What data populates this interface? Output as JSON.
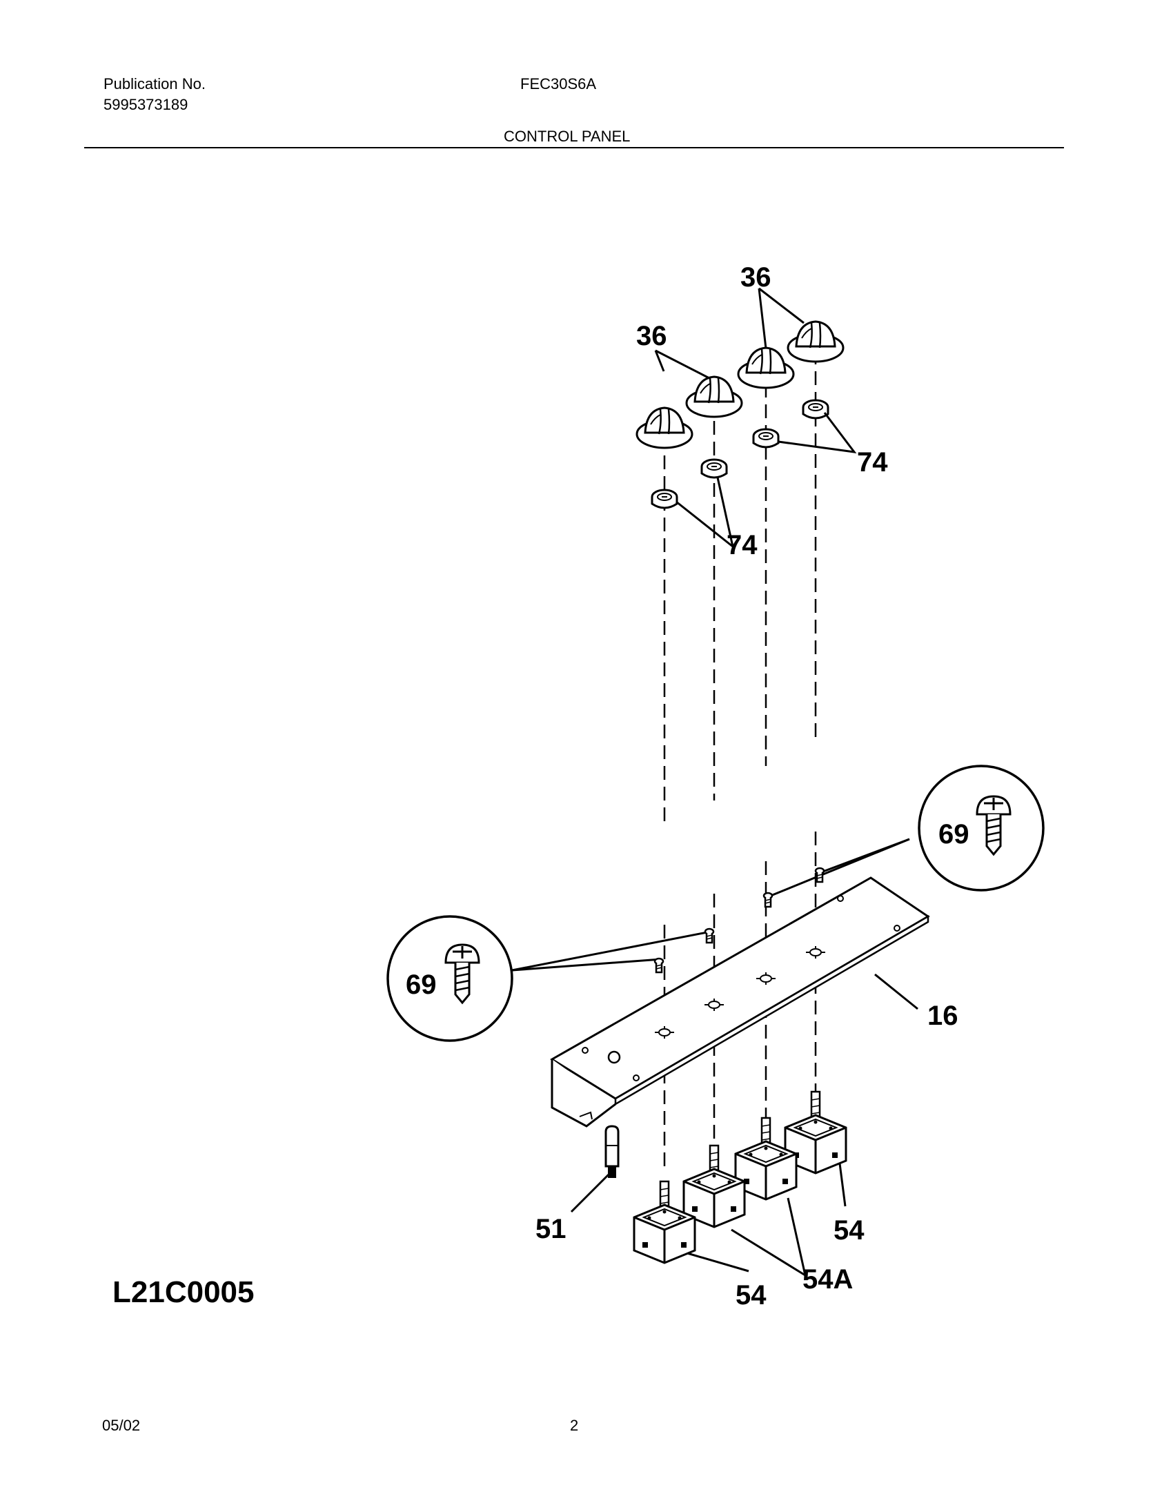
{
  "header": {
    "publication_label": "Publication No.",
    "publication_number": "5995373189",
    "model": "FEC30S6A",
    "section_title": "CONTROL PANEL"
  },
  "diagram": {
    "id": "L21C0005",
    "callouts": {
      "knob_left": "36",
      "knob_right": "36",
      "bezel_left": "74",
      "bezel_right": "74",
      "screw_left": "69",
      "screw_right": "69",
      "panel": "16",
      "switch": "51",
      "valve_left": "54",
      "valve_right": "54",
      "valve_mid": "54A"
    }
  },
  "footer": {
    "date": "05/02",
    "page": "2"
  }
}
